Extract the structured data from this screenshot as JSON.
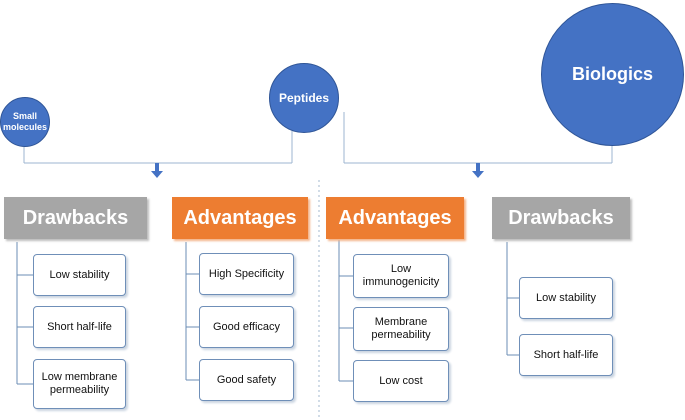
{
  "nodes": {
    "small_molecules": "Small molecules",
    "peptides": "Peptides",
    "biologics": "Biologics"
  },
  "peptide_side": {
    "drawbacks": {
      "label": "Drawbacks",
      "items": [
        "Low stability",
        "Short half-life",
        "Low membrane permeability"
      ]
    },
    "advantages": {
      "label": "Advantages",
      "items": [
        "High Specificity",
        "Good efficacy",
        "Good safety"
      ]
    }
  },
  "biologic_side": {
    "advantages": {
      "label": "Advantages",
      "items": [
        "Low immunogenicity",
        "Membrane permeability",
        "Low cost"
      ]
    },
    "drawbacks": {
      "label": "Drawbacks",
      "items": [
        "Low stability",
        "Short half-life"
      ]
    }
  },
  "colors": {
    "circle": "#4472c4",
    "drawbacks_header": "#a6a6a6",
    "advantages_header": "#ed7d31",
    "connector": "#6b8db4"
  }
}
